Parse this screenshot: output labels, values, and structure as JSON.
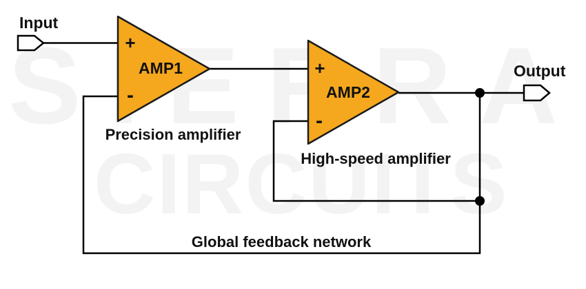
{
  "watermark": {
    "line1": "SIERRA",
    "line2": "CIRCUITS",
    "color": "#F3F3F3"
  },
  "labels": {
    "input": "Input",
    "output": "Output",
    "amp1": "AMP1",
    "amp2": "AMP2",
    "amp1_caption": "Precision amplifier",
    "amp2_caption": "High-speed amplifier",
    "feedback_caption": "Global feedback network",
    "plus": "+",
    "minus": "-"
  },
  "colors": {
    "amp_fill": "#F5A81E",
    "amp_stroke": "#1A1A1A",
    "wire": "#000000",
    "watermark": "#F3F3F3",
    "background": "#FFFFFF",
    "text": "#111111"
  }
}
